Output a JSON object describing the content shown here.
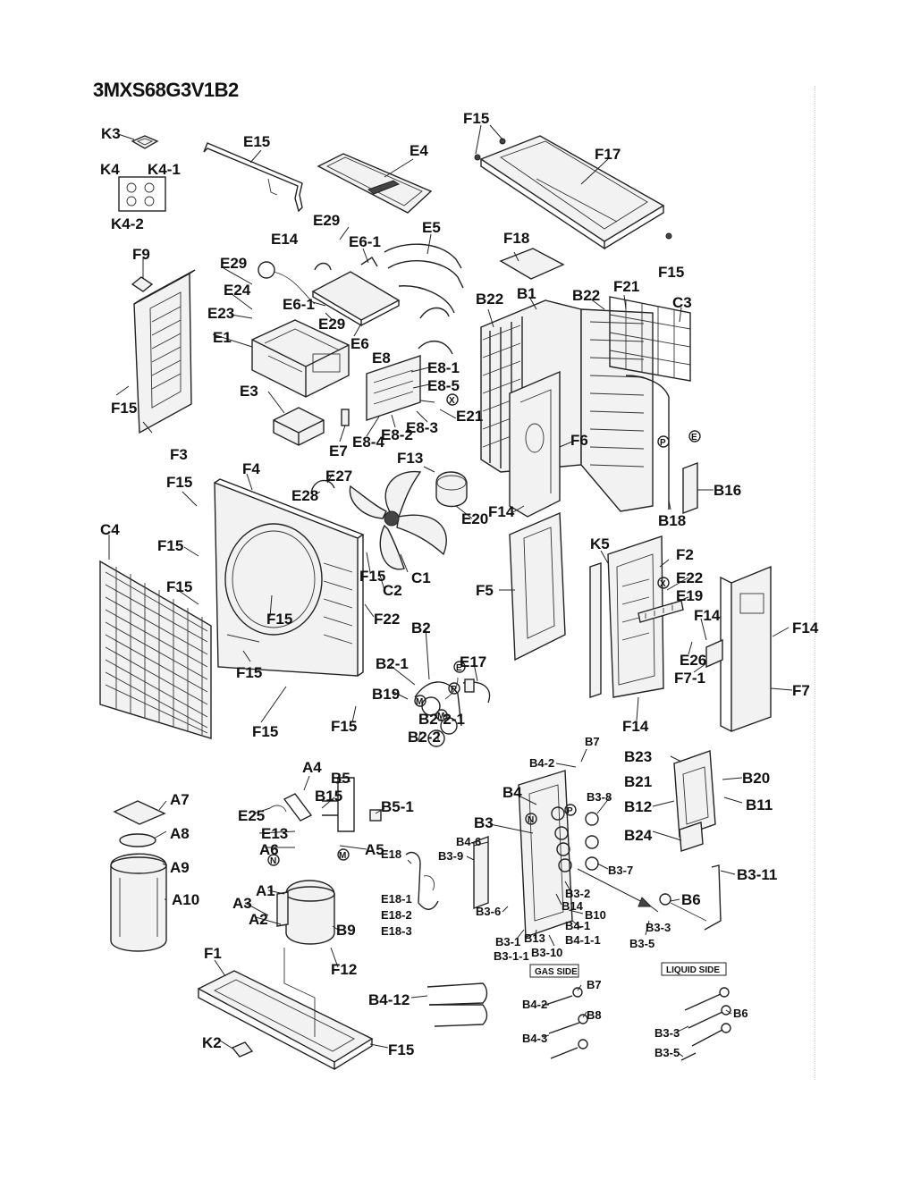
{
  "title": "3MXS68G3V1B2",
  "group_labels": {
    "gas_side": "GAS SIDE",
    "liquid_side": "LIQUID SIDE"
  },
  "part_labels": {
    "K3": "K3",
    "K4": "K4",
    "K4_1": "K4-1",
    "K4_2": "K4-2",
    "E15": "E15",
    "E4": "E4",
    "F15": "F15",
    "F17": "F17",
    "E29": "E29",
    "E14": "E14",
    "E6_1": "E6-1",
    "E5": "E5",
    "F9": "F9",
    "E24": "E24",
    "E23": "E23",
    "E1": "E1",
    "E6": "E6",
    "E8": "E8",
    "E8_1": "E8-1",
    "E8_5": "E8-5",
    "E21": "E21",
    "E8_3": "E8-3",
    "E8_2": "E8-2",
    "E8_4": "E8-4",
    "E3": "E3",
    "E7": "E7",
    "F3": "F3",
    "F18": "F18",
    "B22": "B22",
    "B1": "B1",
    "F21": "F21",
    "C3": "C3",
    "F6": "F6",
    "B16": "B16",
    "B18": "B18",
    "F13": "F13",
    "E27": "E27",
    "E28": "E28",
    "F4": "F4",
    "C4": "C4",
    "E20": "E20",
    "F14": "F14",
    "C2": "C2",
    "C1": "C1",
    "F5": "F5",
    "K5": "K5",
    "F2": "F2",
    "E22": "E22",
    "E19": "E19",
    "F22": "F22",
    "B2": "B2",
    "E26": "E26",
    "F7_1": "F7-1",
    "F7": "F7",
    "B2_1": "B2-1",
    "E17": "E17",
    "B19": "B19",
    "B2_2_1": "B2-2-1",
    "B2_2": "B2-2",
    "A4": "A4",
    "B5": "B5",
    "B15": "B15",
    "B5_1": "B5-1",
    "A7": "A7",
    "E25": "E25",
    "E13": "E13",
    "A6": "A6",
    "A5": "A5",
    "A8": "A8",
    "A9": "A9",
    "A10": "A10",
    "A1": "A1",
    "A3": "A3",
    "A2": "A2",
    "B9": "B9",
    "F12": "F12",
    "F1": "F1",
    "K2": "K2",
    "B4_2": "B4-2",
    "B7": "B7",
    "B23": "B23",
    "B20": "B20",
    "B21": "B21",
    "B4": "B4",
    "B3_8": "B3-8",
    "B12": "B12",
    "B11": "B11",
    "B3": "B3",
    "B24": "B24",
    "B4_6": "B4-6",
    "B3_9": "B3-9",
    "B3_7": "B3-7",
    "B3_11": "B3-11",
    "E18": "E18",
    "E18_1": "E18-1",
    "E18_2": "E18-2",
    "E18_3": "E18-3",
    "B3_2": "B3-2",
    "B6": "B6",
    "B14": "B14",
    "B10": "B10",
    "B3_6": "B3-6",
    "B4_1": "B4-1",
    "B3_3": "B3-3",
    "B4_1_1": "B4-1-1",
    "B3_1": "B3-1",
    "B13": "B13",
    "B3_10": "B3-10",
    "B3_5": "B3-5",
    "B3_1_1": "B3-1-1",
    "B4_12": "B4-12",
    "B8": "B8",
    "B4_3": "B4-3"
  },
  "symbol_marks": {
    "X": "X",
    "E": "E",
    "P": "P",
    "M": "M",
    "R": "R",
    "N": "N"
  }
}
